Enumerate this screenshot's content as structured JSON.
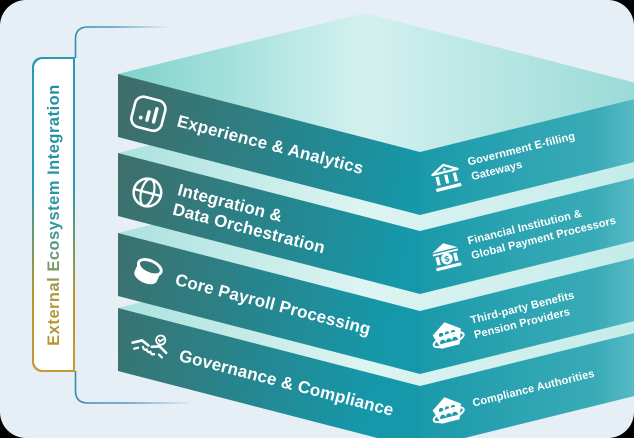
{
  "bracket_label": {
    "text": "External Ecosystem Integration"
  },
  "stack": {
    "layers": [
      {
        "name": "Experience & Analytics",
        "icon": "bar-chart-icon"
      },
      {
        "name": "Integration &\nData Orchestration",
        "icon": "globe-icon"
      },
      {
        "name": "Core Payroll Processing",
        "icon": "database-icon"
      },
      {
        "name": "Governance & Compliance",
        "icon": "handshake-icon"
      }
    ],
    "external_systems": [
      {
        "name": "Government E-filling\nGateways",
        "icon": "bank-icon"
      },
      {
        "name": "Financial Institution &\nGlobal Payment Processors",
        "icon": "bank-dollar-icon"
      },
      {
        "name": "Third-party Benefits\nPension Providers",
        "icon": "people-network-icon"
      },
      {
        "name": "Compliance Authorities",
        "icon": "people-network-icon"
      }
    ],
    "currency_glyph": "$"
  },
  "colors": {
    "panel_bg": "#e6eff5",
    "face_left_dark": "#3f6d69",
    "face_left_teal": "#1598aa",
    "face_right_teal": "#1b9aaa",
    "face_top_mint": "#7ed2cc",
    "label_text": "#ffffff",
    "accent_teal": "#1b90a5",
    "accent_gold": "#c0952f",
    "bracket_line_top": "#2f8fae",
    "bracket_line_bottom": "#3e86b4"
  }
}
